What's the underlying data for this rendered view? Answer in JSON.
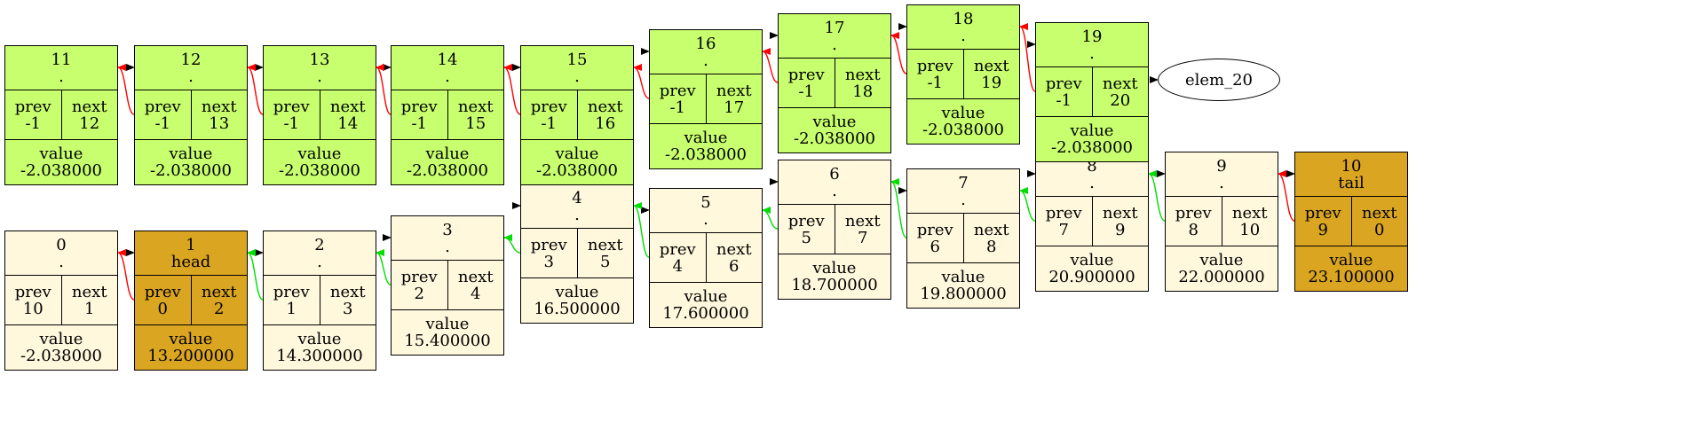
{
  "colors": {
    "green": "#c8ff6e",
    "cream": "#fff8dc",
    "gold": "#daa520",
    "next_arrow": "#000000",
    "prev_active": "#ff0000",
    "prev_link": "#00dd00"
  },
  "labels": {
    "prev": "prev",
    "next": "next",
    "value": "value"
  },
  "nodes": [
    {
      "id": "0",
      "tag": ".",
      "prev": "10",
      "next": "1",
      "value": "-2.038000",
      "color": "cream"
    },
    {
      "id": "1",
      "tag": "head",
      "prev": "0",
      "next": "2",
      "value": "13.200000",
      "color": "gold"
    },
    {
      "id": "2",
      "tag": ".",
      "prev": "1",
      "next": "3",
      "value": "14.300000",
      "color": "cream"
    },
    {
      "id": "3",
      "tag": ".",
      "prev": "2",
      "next": "4",
      "value": "15.400000",
      "color": "cream"
    },
    {
      "id": "4",
      "tag": ".",
      "prev": "3",
      "next": "5",
      "value": "16.500000",
      "color": "cream"
    },
    {
      "id": "5",
      "tag": ".",
      "prev": "4",
      "next": "6",
      "value": "17.600000",
      "color": "cream"
    },
    {
      "id": "6",
      "tag": ".",
      "prev": "5",
      "next": "7",
      "value": "18.700000",
      "color": "cream"
    },
    {
      "id": "7",
      "tag": ".",
      "prev": "6",
      "next": "8",
      "value": "19.800000",
      "color": "cream"
    },
    {
      "id": "8",
      "tag": ".",
      "prev": "7",
      "next": "9",
      "value": "20.900000",
      "color": "cream"
    },
    {
      "id": "9",
      "tag": ".",
      "prev": "8",
      "next": "10",
      "value": "22.000000",
      "color": "cream"
    },
    {
      "id": "10",
      "tag": "tail",
      "prev": "9",
      "next": "0",
      "value": "23.100000",
      "color": "gold"
    },
    {
      "id": "11",
      "tag": ".",
      "prev": "-1",
      "next": "12",
      "value": "-2.038000",
      "color": "green"
    },
    {
      "id": "12",
      "tag": ".",
      "prev": "-1",
      "next": "13",
      "value": "-2.038000",
      "color": "green"
    },
    {
      "id": "13",
      "tag": ".",
      "prev": "-1",
      "next": "14",
      "value": "-2.038000",
      "color": "green"
    },
    {
      "id": "14",
      "tag": ".",
      "prev": "-1",
      "next": "15",
      "value": "-2.038000",
      "color": "green"
    },
    {
      "id": "15",
      "tag": ".",
      "prev": "-1",
      "next": "16",
      "value": "-2.038000",
      "color": "green"
    },
    {
      "id": "16",
      "tag": ".",
      "prev": "-1",
      "next": "17",
      "value": "-2.038000",
      "color": "green"
    },
    {
      "id": "17",
      "tag": ".",
      "prev": "-1",
      "next": "18",
      "value": "-2.038000",
      "color": "green"
    },
    {
      "id": "18",
      "tag": ".",
      "prev": "-1",
      "next": "19",
      "value": "-2.038000",
      "color": "green"
    },
    {
      "id": "19",
      "tag": ".",
      "prev": "-1",
      "next": "20",
      "value": "-2.038000",
      "color": "green"
    }
  ],
  "terminal": {
    "label": "elem_20"
  },
  "edges": [
    {
      "from": "0",
      "to": "1",
      "kind": "next"
    },
    {
      "from": "1",
      "to": "2",
      "kind": "next"
    },
    {
      "from": "2",
      "to": "3",
      "kind": "next"
    },
    {
      "from": "3",
      "to": "4",
      "kind": "next"
    },
    {
      "from": "4",
      "to": "5",
      "kind": "next"
    },
    {
      "from": "5",
      "to": "6",
      "kind": "next"
    },
    {
      "from": "6",
      "to": "7",
      "kind": "next"
    },
    {
      "from": "7",
      "to": "8",
      "kind": "next"
    },
    {
      "from": "8",
      "to": "9",
      "kind": "next"
    },
    {
      "from": "9",
      "to": "10",
      "kind": "next"
    },
    {
      "from": "1",
      "to": "0",
      "kind": "prev_active"
    },
    {
      "from": "2",
      "to": "1",
      "kind": "prev_link"
    },
    {
      "from": "3",
      "to": "2",
      "kind": "prev_link"
    },
    {
      "from": "4",
      "to": "3",
      "kind": "prev_link"
    },
    {
      "from": "5",
      "to": "4",
      "kind": "prev_link"
    },
    {
      "from": "6",
      "to": "5",
      "kind": "prev_link"
    },
    {
      "from": "7",
      "to": "6",
      "kind": "prev_link"
    },
    {
      "from": "8",
      "to": "7",
      "kind": "prev_link"
    },
    {
      "from": "9",
      "to": "8",
      "kind": "prev_link"
    },
    {
      "from": "10",
      "to": "9",
      "kind": "prev_active"
    },
    {
      "from": "11",
      "to": "12",
      "kind": "next"
    },
    {
      "from": "12",
      "to": "13",
      "kind": "next"
    },
    {
      "from": "13",
      "to": "14",
      "kind": "next"
    },
    {
      "from": "14",
      "to": "15",
      "kind": "next"
    },
    {
      "from": "15",
      "to": "16",
      "kind": "next"
    },
    {
      "from": "16",
      "to": "17",
      "kind": "next"
    },
    {
      "from": "17",
      "to": "18",
      "kind": "next"
    },
    {
      "from": "18",
      "to": "19",
      "kind": "next"
    },
    {
      "from": "19",
      "to": "elem_20",
      "kind": "next"
    },
    {
      "from": "12",
      "to": "11",
      "kind": "prev_active"
    },
    {
      "from": "13",
      "to": "12",
      "kind": "prev_active"
    },
    {
      "from": "14",
      "to": "13",
      "kind": "prev_active"
    },
    {
      "from": "15",
      "to": "14",
      "kind": "prev_active"
    },
    {
      "from": "16",
      "to": "15",
      "kind": "prev_active"
    },
    {
      "from": "17",
      "to": "16",
      "kind": "prev_active"
    },
    {
      "from": "18",
      "to": "17",
      "kind": "prev_active"
    },
    {
      "from": "19",
      "to": "18",
      "kind": "prev_active"
    }
  ]
}
